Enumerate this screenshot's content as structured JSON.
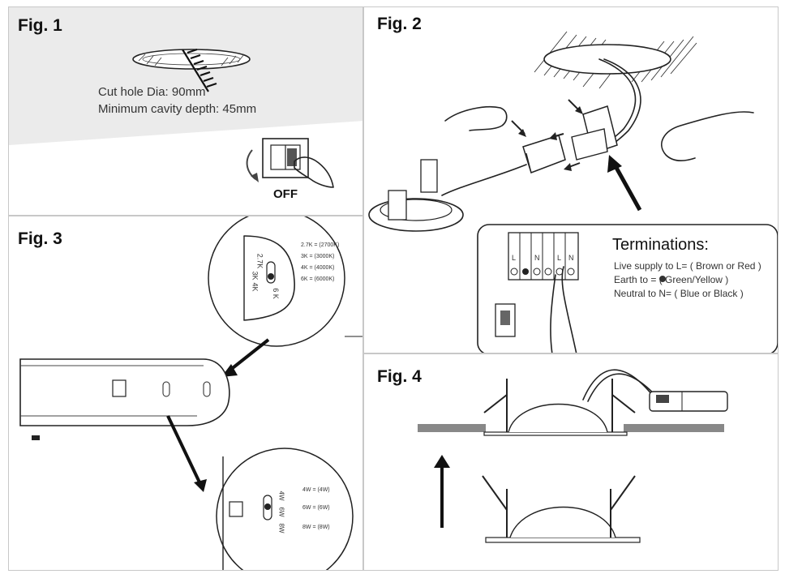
{
  "fig1": {
    "label": "Fig. 1",
    "cut_hole": "Cut hole Dia: 90mm",
    "cavity_depth": "Minimum cavity depth: 45mm",
    "switch_state": "OFF"
  },
  "fig2": {
    "label": "Fig. 2",
    "terminations_title": "Terminations:",
    "lines": [
      "Live supply to  L= ( Brown or Red )",
      "Earth to        = ( Green/Yellow )",
      "Neutral to        N= ( Blue or Black )"
    ],
    "terminal_letters": [
      "L",
      "N",
      "L",
      "N"
    ]
  },
  "fig3": {
    "label": "Fig. 3",
    "cct_zoom_labels": [
      "2.7K = (2700K)",
      "3K = (3000K)",
      "4K = (4000K)",
      "6K = (6000K)"
    ],
    "cct_switch_labels": [
      "2.7K",
      "3K",
      "4K",
      "6 K"
    ],
    "watt_switch_labels": [
      "4W",
      "6W",
      "8W"
    ],
    "watt_zoom_labels": [
      "4W = (4W)",
      "6W = (6W)",
      "8W = (8W)"
    ]
  },
  "fig4": {
    "label": "Fig. 4"
  },
  "colors": {
    "fig1_background": "#ebebeb",
    "line": "#222222",
    "border": "#c8c8c8"
  }
}
